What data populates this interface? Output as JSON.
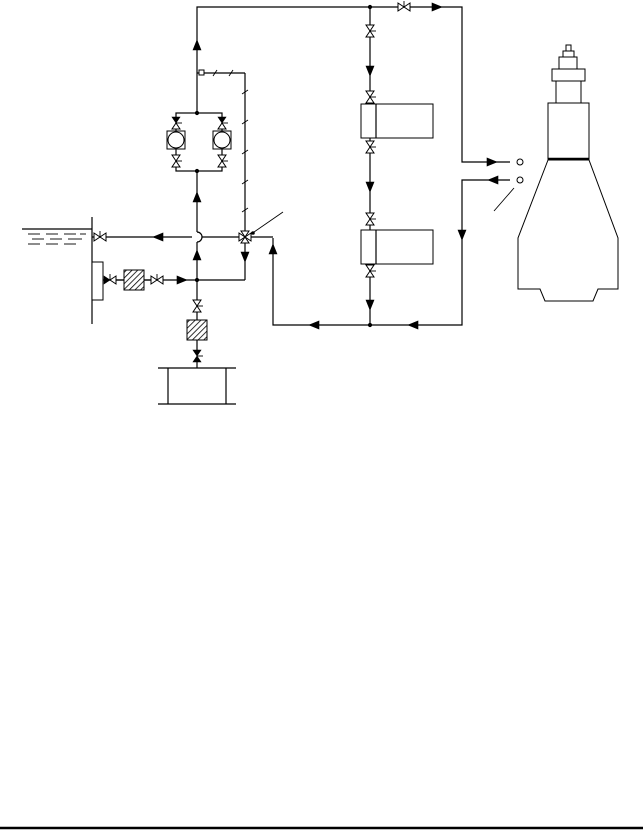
{
  "diagram": {
    "type": "piping-schematic",
    "line_color": "#000000",
    "background": "#ffffff",
    "components": {
      "pumps": 2,
      "heat_exchangers": 2,
      "strainers": 2,
      "tanks": 1,
      "engine": 1
    }
  }
}
